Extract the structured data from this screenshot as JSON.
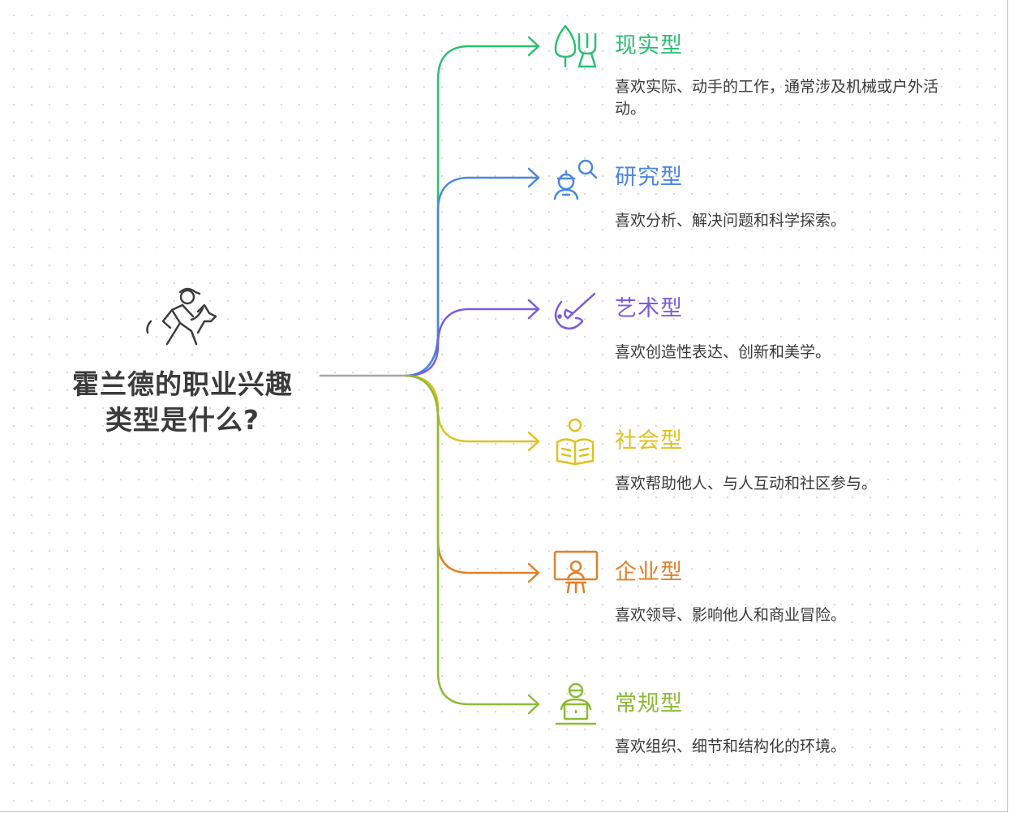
{
  "title": {
    "line1": "霍兰德的职业兴趣",
    "line2": "类型是什么?"
  },
  "items": [
    {
      "title": "现实型",
      "desc": "喜欢实际、动手的工作，通常涉及机械或户外活动。",
      "color": "#2bbf72",
      "icon": "trowel-fork-icon"
    },
    {
      "title": "研究型",
      "desc": "喜欢分析、解决问题和科学探索。",
      "color": "#4a86e0",
      "icon": "researcher-magnifier-icon"
    },
    {
      "title": "艺术型",
      "desc": "喜欢创造性表达、创新和美学。",
      "color": "#7b5ce0",
      "icon": "paintbrush-palette-icon"
    },
    {
      "title": "社会型",
      "desc": "喜欢帮助他人、与人互动和社区参与。",
      "color": "#e0c21c",
      "icon": "person-reading-icon"
    },
    {
      "title": "企业型",
      "desc": "喜欢领导、影响他人和商业冒险。",
      "color": "#e0812a",
      "icon": "presenter-board-icon"
    },
    {
      "title": "常规型",
      "desc": "喜欢组织、细节和结构化的环境。",
      "color": "#8cbb36",
      "icon": "person-laptop-icon"
    }
  ],
  "root_icon": "person-with-dog-icon",
  "stem_color": "#a8a8a8"
}
